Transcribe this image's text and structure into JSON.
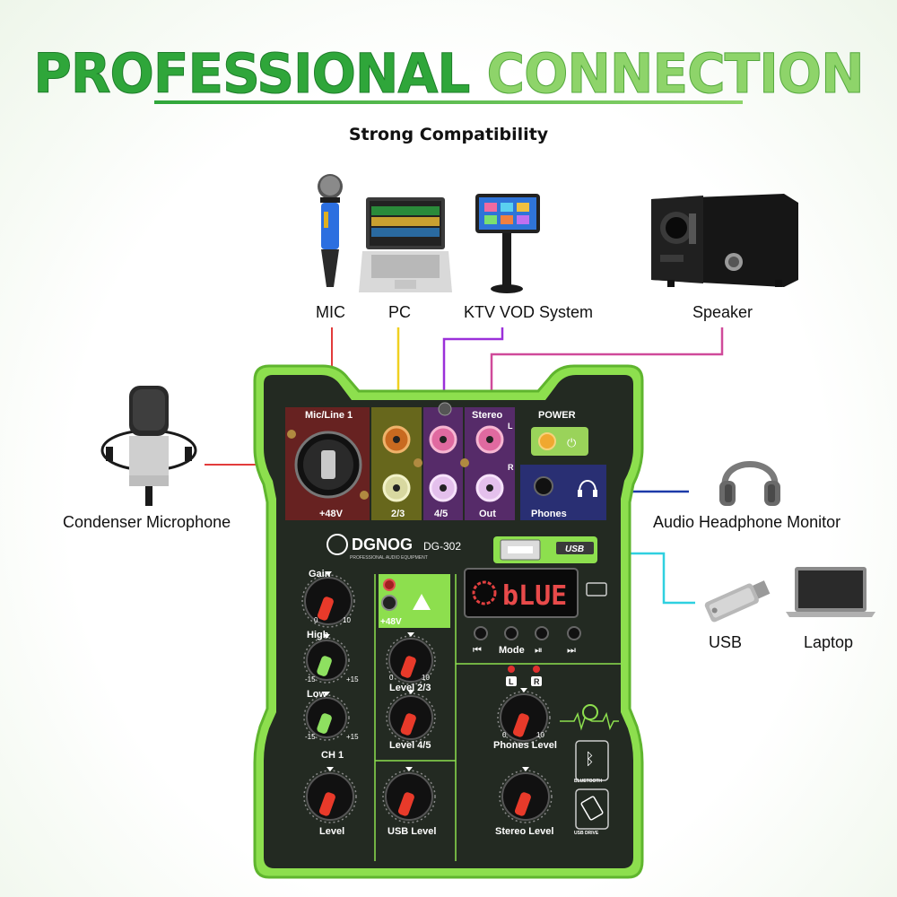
{
  "heading": {
    "word1": "PROFESSIONAL",
    "word2": "CONNECTION",
    "subtitle": "Strong Compatibility"
  },
  "devices": {
    "mic": "MIC",
    "pc": "PC",
    "ktv": "KTV VOD System",
    "speaker": "Speaker",
    "condenser": "Condenser Microphone",
    "headphone": "Audio Headphone Monitor",
    "usb": "USB",
    "laptop": "Laptop"
  },
  "mixer": {
    "brand": "DGNOG",
    "brand_sub": "PROFESSIONAL AUDIO EQUIPMENT",
    "model": "DG-302",
    "mic_line": "Mic/Line 1",
    "phantom_top": "+48V",
    "port_23": "2/3",
    "port_45": "4/5",
    "stereo": "Stereo",
    "out": "Out",
    "ch_l": "L",
    "ch_r": "R",
    "power": "POWER",
    "phones": "Phones",
    "usb_badge": "USB",
    "display": "bLUE",
    "phantom_btn": "+48V",
    "mode": "Mode",
    "gain": "Gain",
    "high": "High",
    "low": "Low",
    "ch1": "CH 1",
    "level": "Level",
    "level_23": "Level 2/3",
    "level_45": "Level 4/5",
    "usb_level": "USB Level",
    "phones_level": "Phones Level",
    "stereo_level": "Stereo Level",
    "bluetooth": "BLUETOOTH",
    "usb_drive": "USB DRIVE",
    "t0": "0",
    "t10": "10",
    "tm15": "-15",
    "tp15": "+15",
    "led_l": "L",
    "led_r": "R"
  },
  "colors": {
    "green_dark": "#2fa63a",
    "green_light": "#8ed46a",
    "body": "#232a22",
    "rim": "#8ddf4e",
    "mic_wire": "#e23b3b",
    "pc_wire": "#f0d020",
    "ktv_wire": "#9b30d9",
    "spk_wire": "#d04a9a",
    "hp_wire": "#1c3aa8",
    "usb_wire": "#2fd0e0"
  }
}
